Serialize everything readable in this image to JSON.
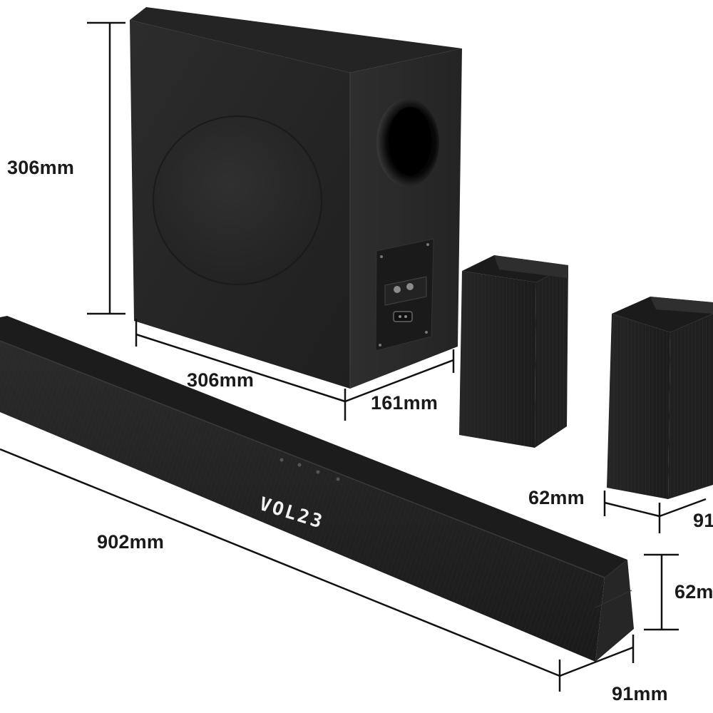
{
  "dimensions": {
    "sub_height": "306mm",
    "sub_width": "306mm",
    "sub_depth": "161mm",
    "rear_width": "62mm",
    "rear_depth": "91",
    "bar_length": "902mm",
    "bar_height": "62m",
    "bar_depth": "91mm"
  },
  "soundbar": {
    "display_text": "VOL23"
  },
  "colors": {
    "background": "#ffffff",
    "device_body": "#2a2a2a",
    "device_top": "#1e1e1e",
    "device_dark": "#141414",
    "line": "#111111",
    "display": "#f2f2f2"
  }
}
